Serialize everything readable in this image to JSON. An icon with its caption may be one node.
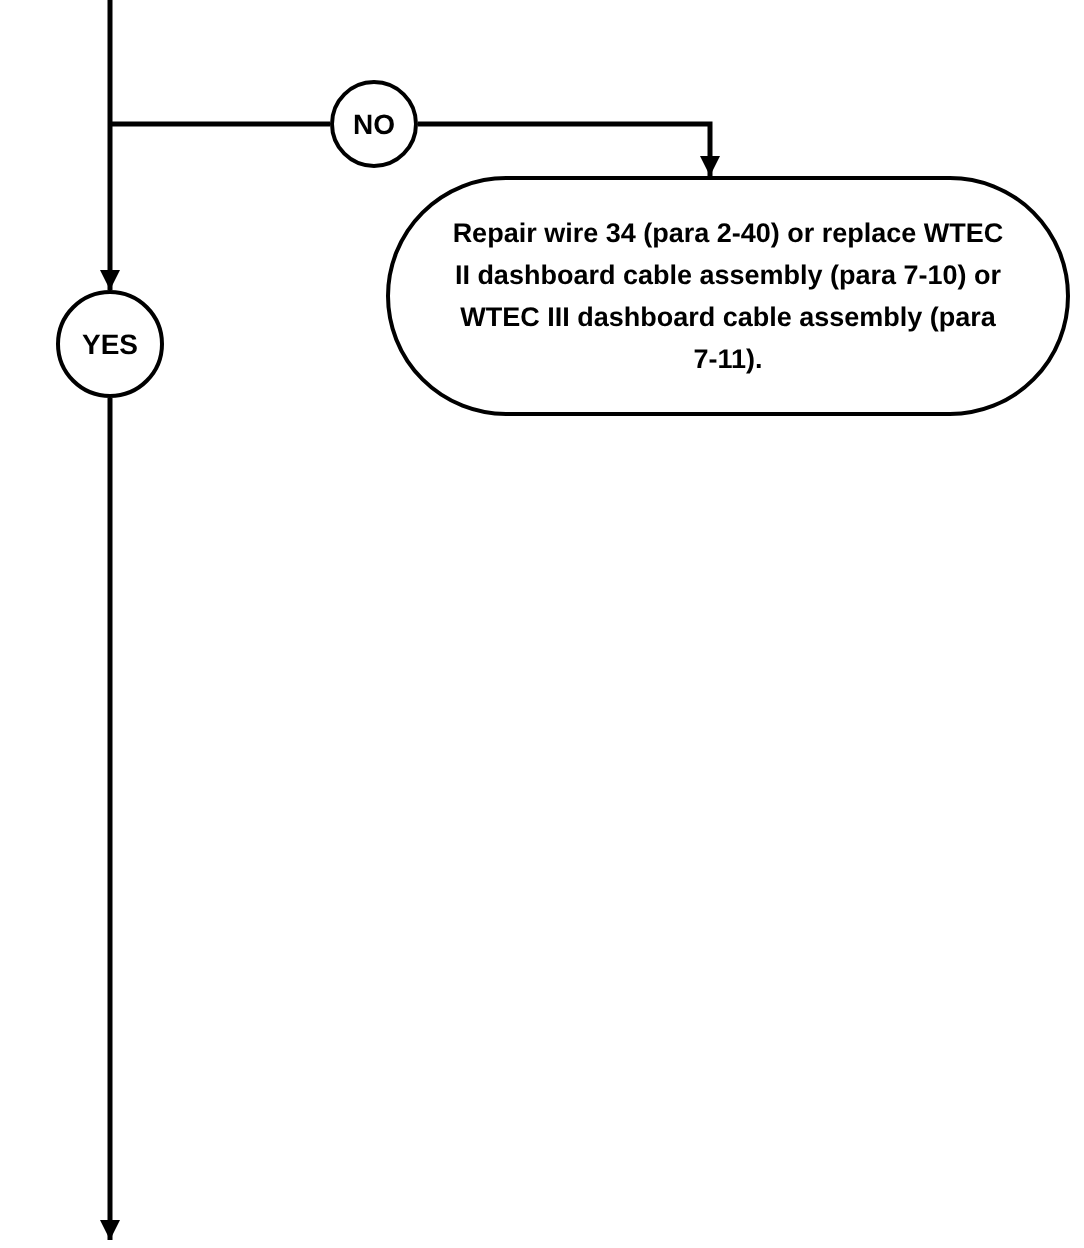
{
  "diagram": {
    "nodes": [
      {
        "text": [
          "YES"
        ]
      },
      {
        "text": [
          "NO"
        ]
      },
      {
        "text": [
          "Repair wire 34 (para 2-40) or replace WTEC II dashboard cable assembly (para 7-10) or WTEC III dashboard cable assembly (para 7-11)."
        ]
      }
    ],
    "edges": [
      {
        "from": null,
        "to": 0,
        "arrow": "to"
      },
      {
        "from": null,
        "to": 1,
        "arrow": "none"
      },
      {
        "from": 1,
        "to": 2,
        "arrow": "to"
      },
      {
        "from": 0,
        "to": null,
        "arrow": "to"
      }
    ]
  }
}
